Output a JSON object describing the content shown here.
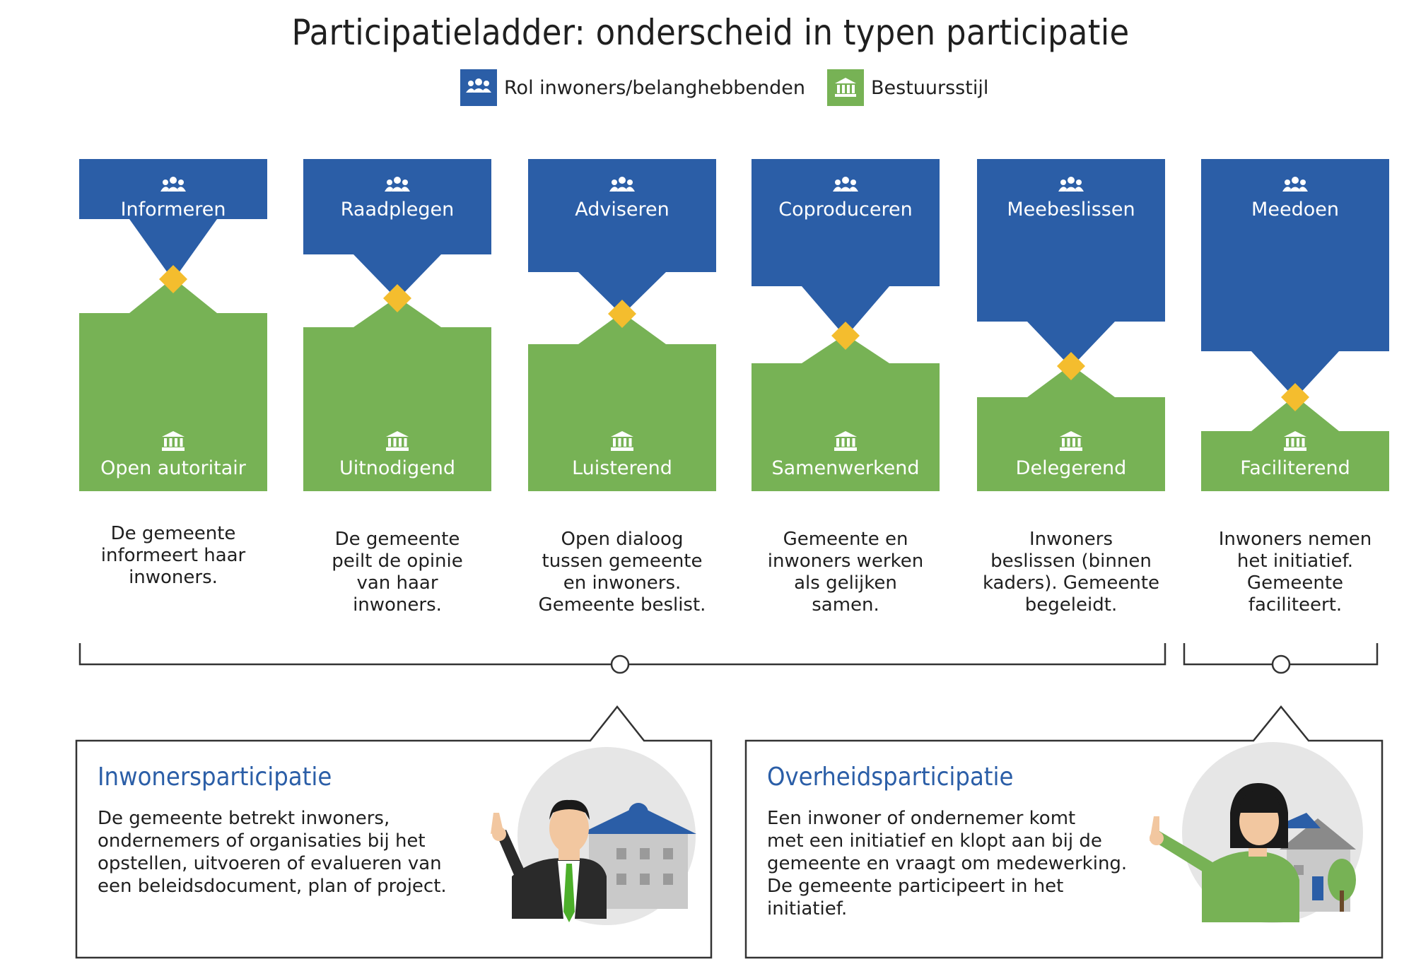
{
  "title": "Participatieladder: onderscheid in typen participatie",
  "legend": {
    "role": "Rol inwoners/belanghebbenden",
    "style": "Bestuursstijl"
  },
  "colors": {
    "blue": "#2b5ea7",
    "green": "#77b255",
    "yellow": "#f4bd2e",
    "line": "#333333"
  },
  "columns": [
    {
      "role": "Informeren",
      "style": "Open autoritair",
      "description": [
        "De gemeente",
        "informeert haar",
        "inwoners."
      ]
    },
    {
      "role": "Raadplegen",
      "style": "Uitnodigend",
      "description": [
        "De gemeente",
        "peilt de opinie",
        "van haar",
        "inwoners."
      ]
    },
    {
      "role": "Adviseren",
      "style": "Luisterend",
      "description": [
        "Open dialoog",
        "tussen gemeente",
        "en inwoners.",
        "Gemeente beslist."
      ]
    },
    {
      "role": "Coproduceren",
      "style": "Samenwerkend",
      "description": [
        "Gemeente en",
        "inwoners werken",
        "als gelijken",
        "samen."
      ]
    },
    {
      "role": "Meebeslissen",
      "style": "Delegerend",
      "description": [
        "Inwoners",
        "beslissen (binnen",
        "kaders). Gemeente",
        "begeleidt."
      ]
    },
    {
      "role": "Meedoen",
      "style": "Faciliterend",
      "description": [
        "Inwoners nemen",
        "het initiatief.",
        "Gemeente",
        "faciliteert."
      ]
    }
  ],
  "boxes": [
    {
      "title": "Inwonersparticipatie",
      "body": [
        "De gemeente betrekt inwoners,",
        "ondernemers of organisaties bij het",
        "opstellen, uitvoeren of evalueren van",
        "een beleidsdocument, plan of project."
      ]
    },
    {
      "title": "Overheidsparticipatie",
      "body": [
        "Een inwoner of ondernemer komt",
        "met een initiatief en klopt aan bij de",
        "gemeente en vraagt om medewerking.",
        "De gemeente participeert in het",
        "initiatief."
      ]
    }
  ]
}
